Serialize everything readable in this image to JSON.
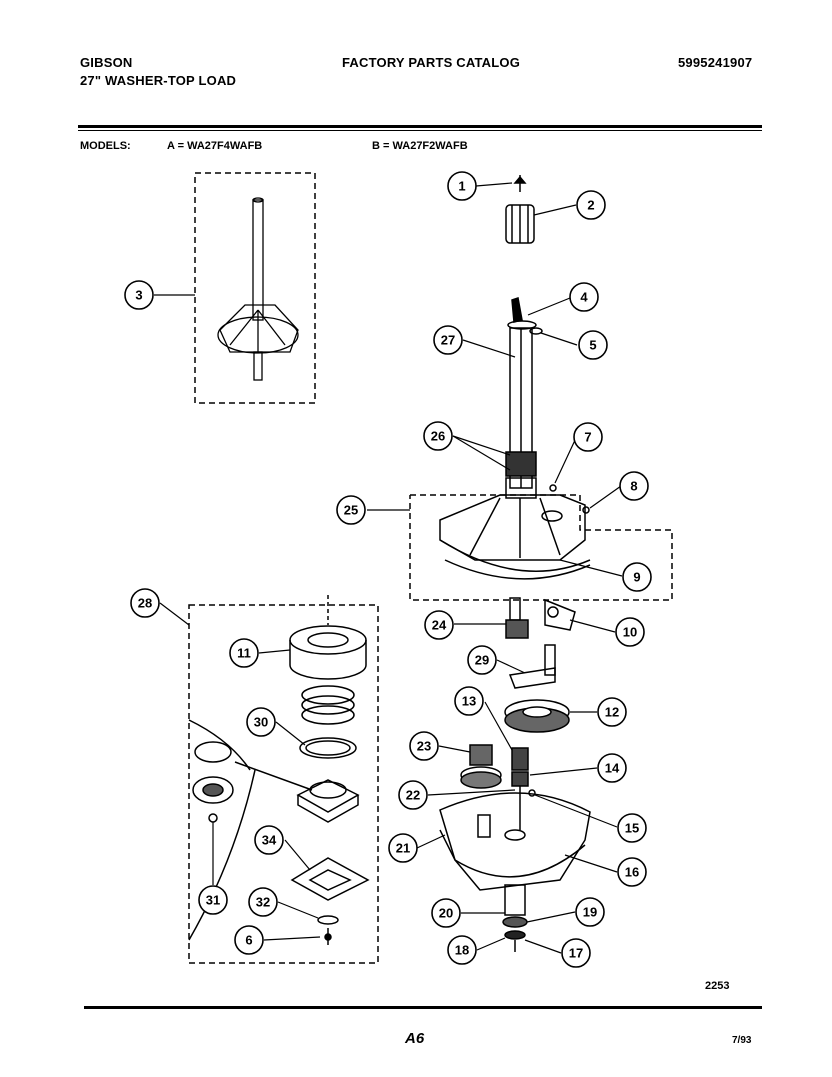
{
  "header": {
    "brand": "GIBSON",
    "subtitle": "27\" WASHER-TOP LOAD",
    "catalog_title": "FACTORY PARTS CATALOG",
    "part_number": "5995241907"
  },
  "models": {
    "label": "MODELS:",
    "model_a": "A = WA27F4WAFB",
    "model_b": "B = WA27F2WAFB"
  },
  "callouts": [
    "1",
    "2",
    "3",
    "4",
    "5",
    "27",
    "26",
    "7",
    "8",
    "25",
    "9",
    "24",
    "10",
    "28",
    "11",
    "29",
    "13",
    "12",
    "30",
    "23",
    "14",
    "22",
    "15",
    "21",
    "16",
    "34",
    "31",
    "32",
    "20",
    "19",
    "6",
    "18",
    "17"
  ],
  "footer": {
    "figure_number": "2253",
    "page": "A6",
    "date": "7/93"
  }
}
